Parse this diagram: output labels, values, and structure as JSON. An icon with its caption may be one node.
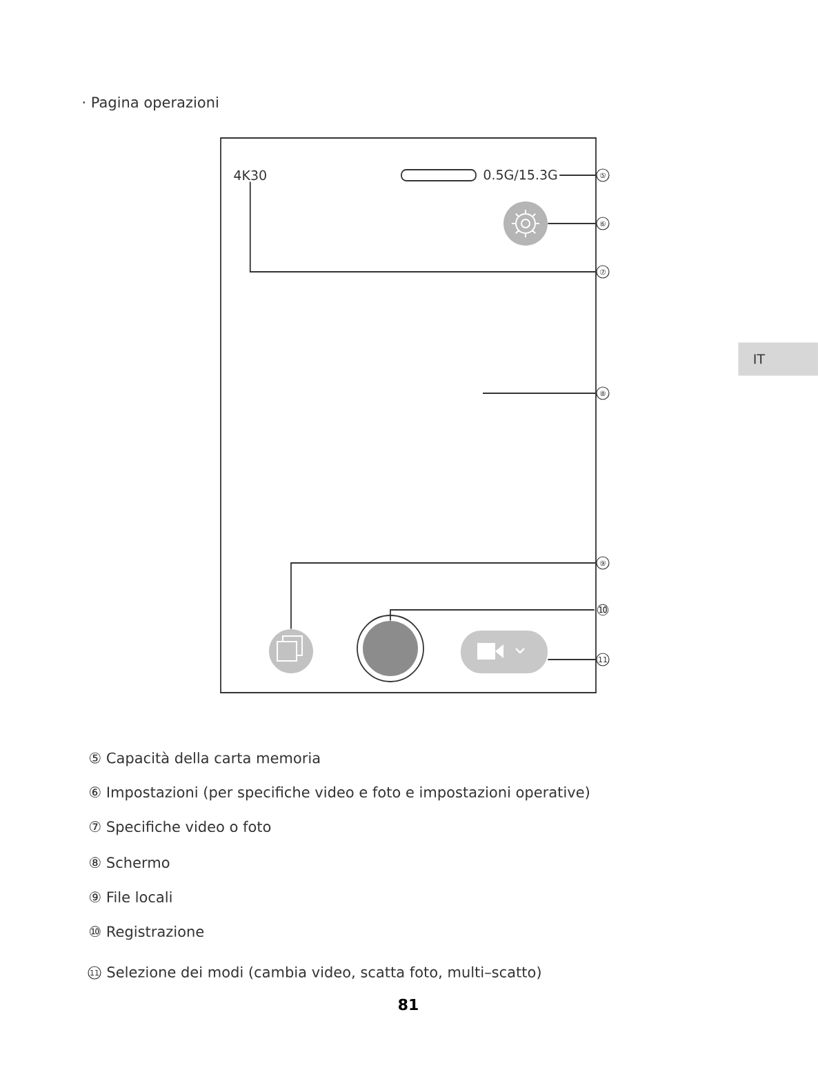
{
  "diagram": {
    "nodes": [
      {
        "text": [],
        "shape": "box"
      },
      {
        "text": [
          "4K30"
        ],
        "in": 0
      },
      {
        "text": [
          "0.5G/15.3G"
        ],
        "in": 0
      },
      {
        "text": [],
        "shape": "circle",
        "in": 0
      },
      {
        "text": [],
        "shape": "circle",
        "in": 0
      },
      {
        "text": [],
        "shape": "circle",
        "in": 0
      },
      {
        "text": [],
        "shape": "box",
        "in": 0
      },
      {
        "text": [
          "⑤"
        ]
      },
      {
        "text": [
          "⑥"
        ]
      },
      {
        "text": [
          "⑦"
        ]
      },
      {
        "text": [
          "⑧"
        ]
      },
      {
        "text": [
          "⑨"
        ]
      },
      {
        "text": [
          "⑩"
        ]
      },
      {
        "text": [
          "11"
        ]
      },
      {
        "text": [
          "IT"
        ]
      }
    ],
    "edges": [
      {
        "from": 7,
        "to": 2,
        "arrow": "none"
      },
      {
        "from": 8,
        "to": 3,
        "arrow": "none"
      },
      {
        "from": 9,
        "to": 1,
        "arrow": "none"
      },
      {
        "from": 10,
        "to": 0,
        "arrow": "none"
      },
      {
        "from": 11,
        "to": 4,
        "arrow": "none"
      },
      {
        "from": 12,
        "to": 5,
        "arrow": "none"
      },
      {
        "from": 13,
        "to": 6,
        "arrow": "none"
      }
    ],
    "labels": [
      "· Pagina operazioni",
      "⑤ Capacità della carta memoria",
      "⑥ Impostazioni (per specifiche video e foto e impostazioni operative)",
      "⑦ Specifiche video o foto",
      "⑧ Schermo",
      "⑨ File locali",
      "⑩ Registrazione",
      "11",
      "Selezione dei modi (cambia video, scatta foto, multi–scatto)",
      "81"
    ]
  }
}
